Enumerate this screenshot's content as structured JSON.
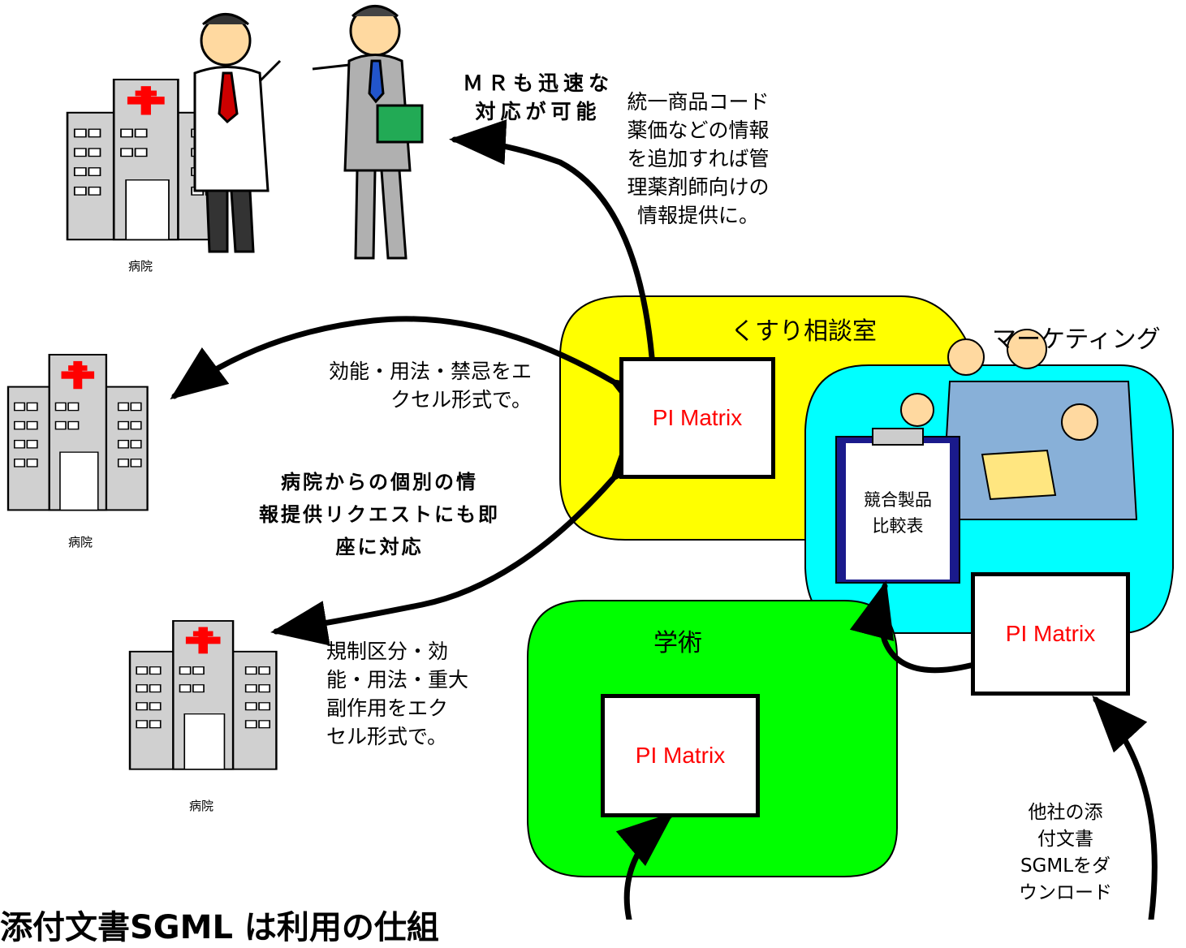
{
  "hospital_label": "病院",
  "regions": {
    "kusuri": {
      "label": "くすり相談室",
      "color": "#ffff00"
    },
    "marketing": {
      "label": "マーケティング",
      "color": "#00ffff"
    },
    "gakujutsu": {
      "label": "学術",
      "color": "#00ff00"
    }
  },
  "pi_label": "PI Matrix",
  "clipboard": {
    "line1": "競合製品",
    "line2": "比較表"
  },
  "notes": {
    "mr_1": "ＭＲも迅速な",
    "mr_2": "対応が可能",
    "code_1": "統一商品コード",
    "code_2": "薬価などの情報",
    "code_3": "を追加すれば管",
    "code_4": "理薬剤師向けの",
    "code_5": "情報提供に。",
    "eff_1": "効能・用法・禁忌をエ",
    "eff_2": "クセル形式で。",
    "req_1": "病院からの個別の情",
    "req_2": "報提供リクエストにも即",
    "req_3": "座に対応",
    "reg_1": "規制区分・効",
    "reg_2": "能・用法・重大",
    "reg_3": "副作用をエク",
    "reg_4": "セル形式で。",
    "dl_1": "他社の添",
    "dl_2": "付文書",
    "dl_3": "SGMLをダ",
    "dl_4": "ウンロード"
  },
  "title": "添付文書SGML は利用の仕組"
}
